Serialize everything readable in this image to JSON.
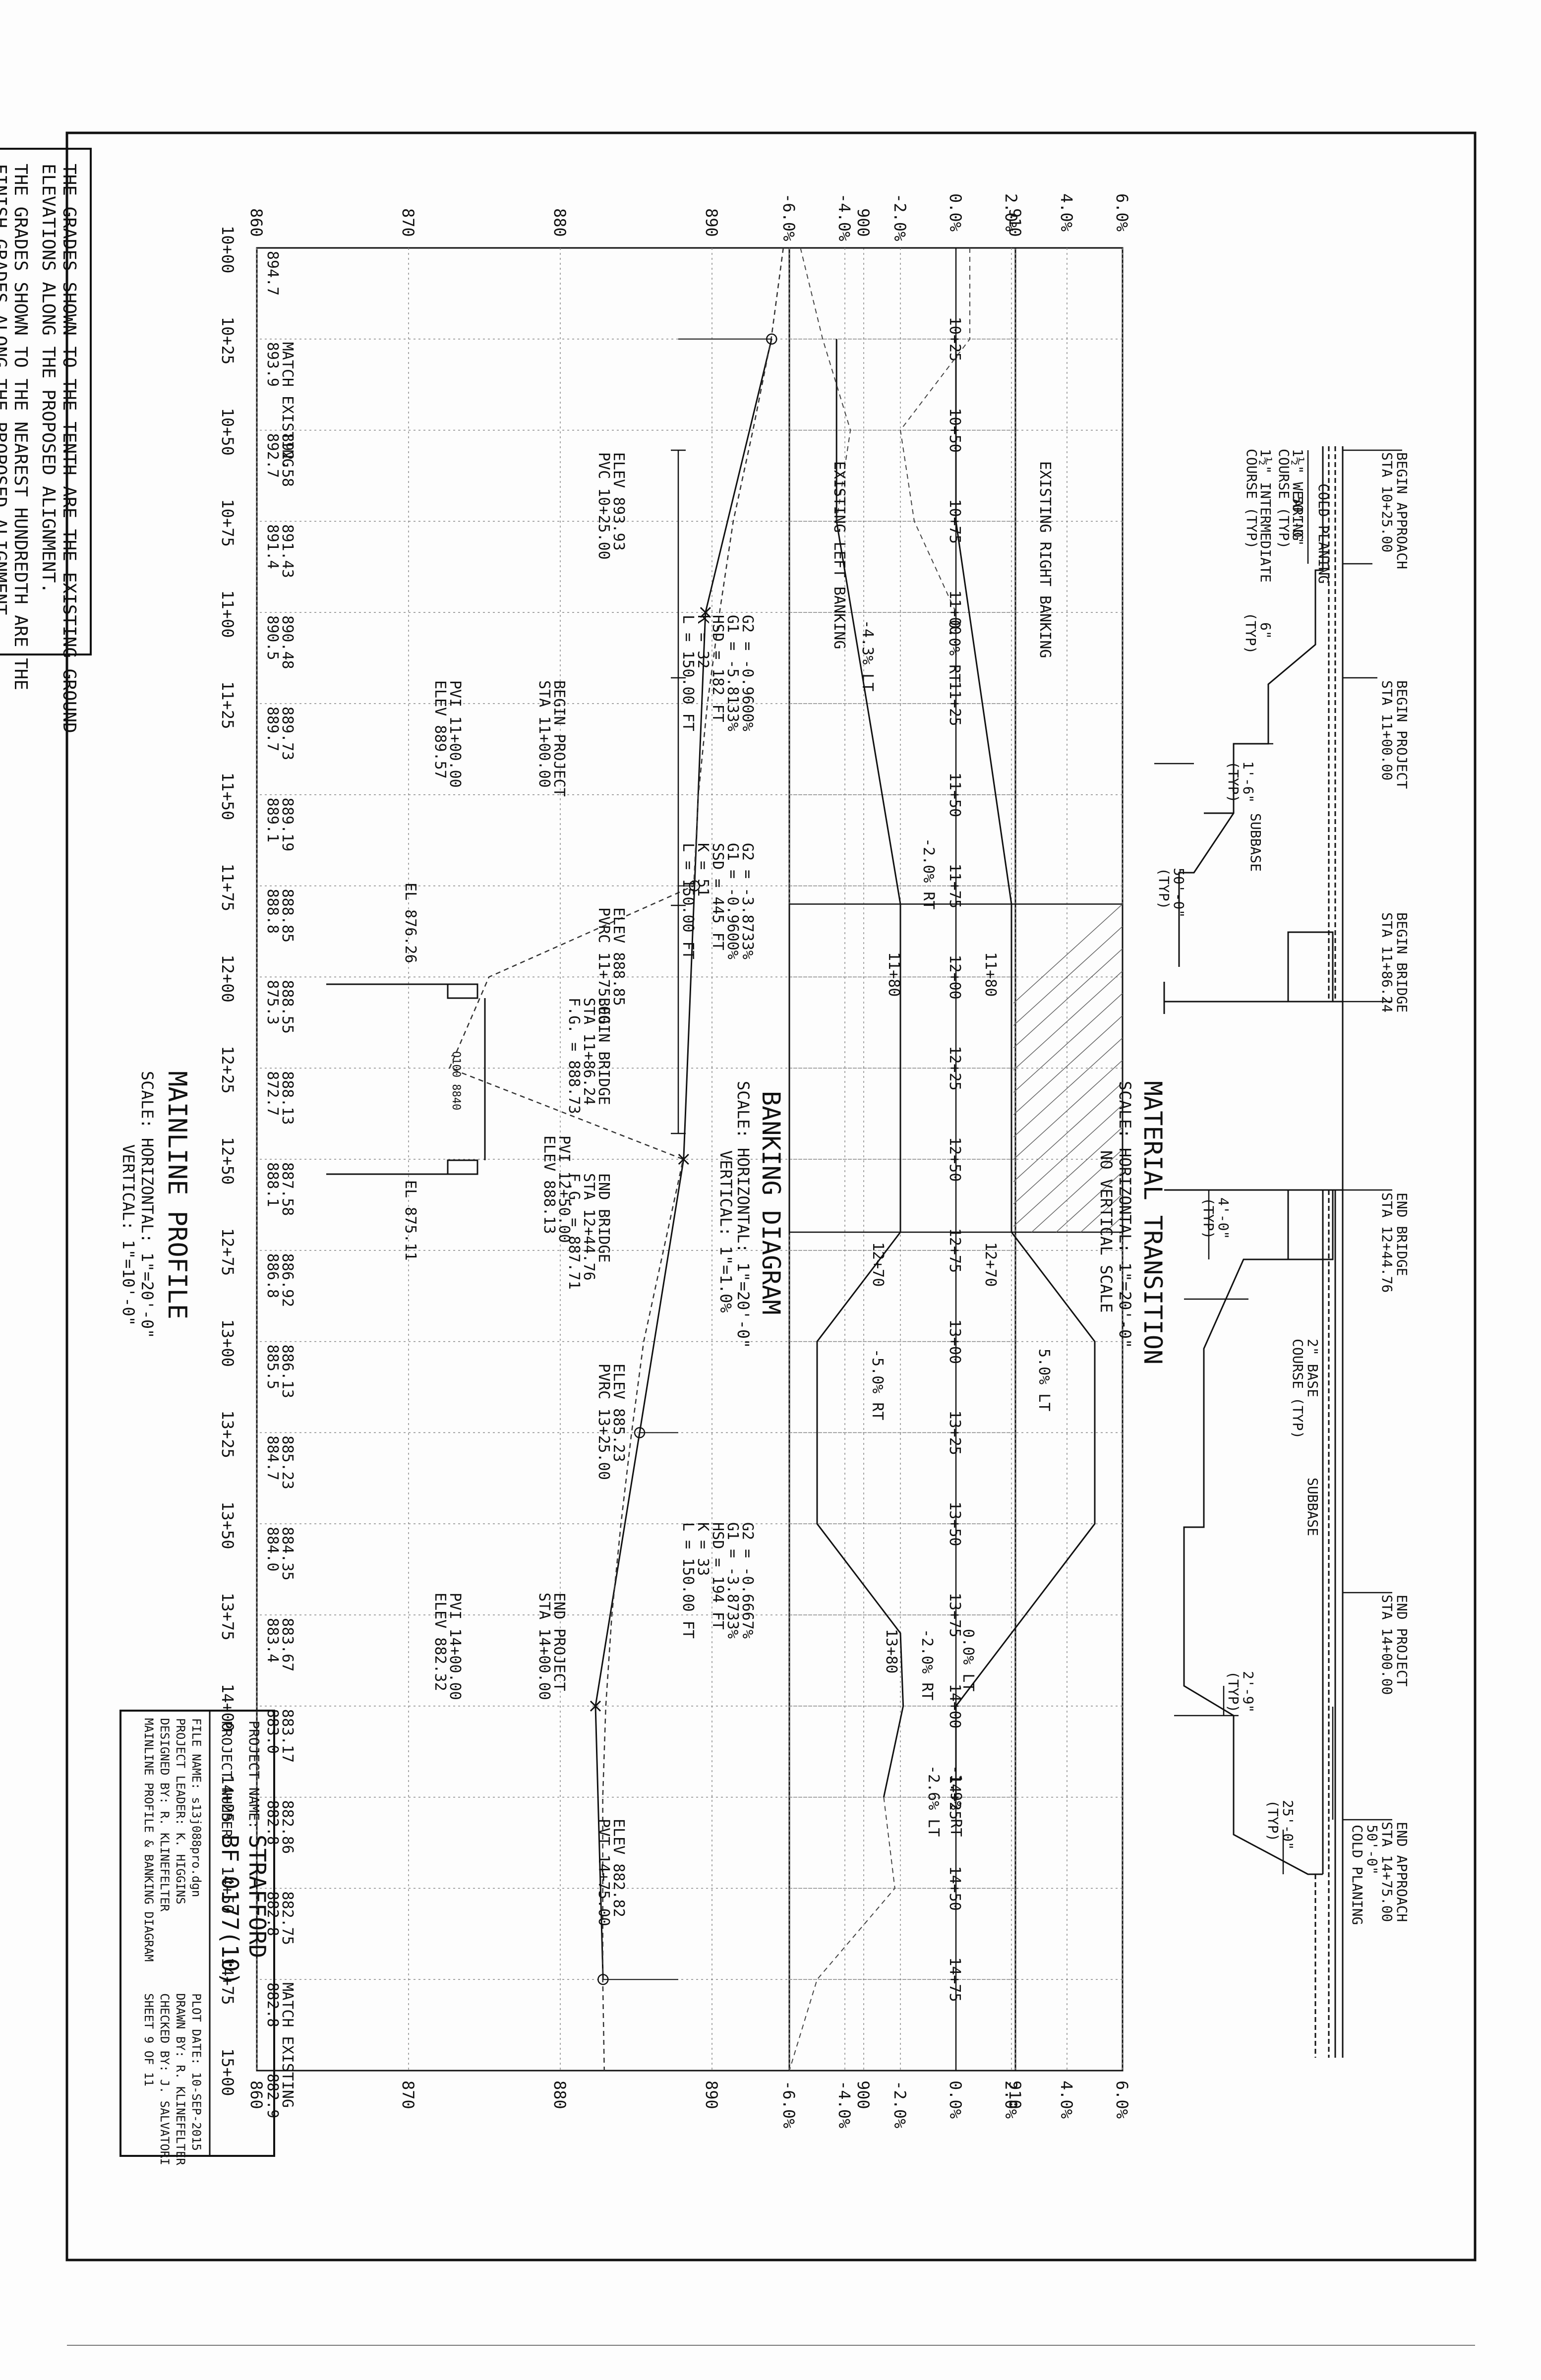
{
  "stations": [
    "10+00",
    "10+25",
    "10+50",
    "10+75",
    "11+00",
    "11+25",
    "11+50",
    "11+75",
    "12+00",
    "12+25",
    "12+50",
    "12+75",
    "13+00",
    "13+25",
    "13+50",
    "13+75",
    "14+00",
    "14+25",
    "14+50",
    "14+75",
    "15+00"
  ],
  "existing_elev": [
    "894.7",
    "893.9",
    "892.7",
    "891.4",
    "890.5",
    "889.7",
    "889.1",
    "888.8",
    "875.3",
    "872.7",
    "888.1",
    "886.8",
    "885.5",
    "884.7",
    "884.0",
    "883.4",
    "883.0",
    "882.8",
    "882.8",
    "882.8",
    "882.9"
  ],
  "proposed_elev": [
    "",
    "",
    "892.58",
    "891.43",
    "890.48",
    "889.73",
    "889.19",
    "888.85",
    "888.55",
    "888.13",
    "887.58",
    "886.92",
    "886.13",
    "885.23",
    "884.35",
    "883.67",
    "883.17",
    "882.86",
    "882.75",
    "",
    ""
  ],
  "match_existing_label": "MATCH EXISTING",
  "elev_ticks": [
    "860",
    "870",
    "880",
    "890",
    "900",
    "910"
  ],
  "bank_ticks": [
    "6.0%",
    "4.0%",
    "2.0%",
    "0.0%",
    "-2.0%",
    "-4.0%",
    "-6.0%"
  ],
  "note": {
    "line1": "THE GRADES SHOWN TO THE TENTH ARE THE EXISTING GROUND",
    "line2": "ELEVATIONS ALONG THE PROPOSED ALIGNMENT.",
    "line3": "THE GRADES SHOWN TO THE NEAREST HUNDREDTH ARE THE",
    "line4": "FINISH GRADES ALONG THE PROPOSED ALIGNMENT."
  },
  "mainline": {
    "title": "MAINLINE PROFILE",
    "scale_h": "SCALE: HORIZONTAL: 1\"=20'-0\"",
    "scale_v": "VERTICAL: 1\"=10'-0\"",
    "pvc": {
      "l1": "PVC 10+25.00",
      "l2": "ELEV 893.93"
    },
    "pvrc1": {
      "l1": "PVRC 11+75.00",
      "l2": "ELEV 888.85"
    },
    "pvrc2": {
      "l1": "PVRC 13+25.00",
      "l2": "ELEV 885.23"
    },
    "pvt": {
      "l1": "PVT 14+75.00",
      "l2": "ELEV 882.82"
    },
    "pvi1": {
      "l1": "PVI 11+00.00",
      "l2": "ELEV 889.57"
    },
    "pvi2": {
      "l1": "PVI 12+50.00",
      "l2": "ELEV 888.13"
    },
    "pvi3": {
      "l1": "PVI 14+00.00",
      "l2": "ELEV 882.32"
    },
    "curve1": {
      "l1": "L = 150.00 FT",
      "l2": "K = 32",
      "l3": "HSD = 182 FT",
      "l4": "G1 = -5.8133%",
      "l5": "G2 = -0.9600%"
    },
    "curve2": {
      "l1": "L = 150.00 FT",
      "l2": "K = 51",
      "l3": "SSD = 445 FT",
      "l4": "G1 = -0.9600%",
      "l5": "G2 = -3.8733%"
    },
    "curve3": {
      "l1": "L = 150.00 FT",
      "l2": "K = 33",
      "l3": "HSD = 194 FT",
      "l4": "G1 = -3.8733%",
      "l5": "G2 = -0.6667%"
    },
    "begin_project": {
      "l1": "BEGIN PROJECT",
      "l2": "STA 11+00.00"
    },
    "end_project": {
      "l1": "END PROJECT",
      "l2": "STA 14+00.00"
    },
    "begin_bridge": {
      "l1": "BEGIN BRIDGE",
      "l2": "STA 11+86.24",
      "l3": "F.G. = 888.73"
    },
    "end_bridge": {
      "l1": "END BRIDGE",
      "l2": "STA 12+44.76",
      "l3": "F.G. = 887.71"
    },
    "el1": "EL 876.26",
    "el2": "EL 875.11",
    "water": "Q100 8840"
  },
  "banking": {
    "title": "BANKING DIAGRAM",
    "scale_h": "SCALE: HORIZONTAL: 1\"=20'-0\"",
    "scale_v": "VERTICAL: 1\"=1.0%",
    "existing_right": "EXISTING RIGHT BANKING",
    "existing_left": "EXISTING LEFT BANKING",
    "l1": "-4.3% LT",
    "l2": "0.0% RT",
    "l3": "-2.0% RT",
    "l4": "11+80",
    "l5": "11+80",
    "l6": "12+70",
    "l7": "12+70",
    "l8": "-5.0% RT",
    "l9": "5.0% LT",
    "l10": "13+80",
    "l11": "-2.0% RT",
    "l12": "0.0% LT",
    "l13": "-1.9% RT",
    "l14": "-2.6% LT"
  },
  "material": {
    "title": "MATERIAL TRANSITION",
    "scale_h": "SCALE: HORIZONTAL: 1\"=20'-0\"",
    "scale_v": "NO VERTICAL SCALE",
    "begin_approach": {
      "l1": "BEGIN APPROACH",
      "l2": "STA 10+25.00"
    },
    "wearing": {
      "l1": "1½\" WEARING",
      "l2": "COURSE (TYP)"
    },
    "intermediate": {
      "l1": "1½\" INTERMEDIATE",
      "l2": "COURSE (TYP)"
    },
    "cold_planing_1": "COLD PLANING",
    "dim_50_a": "50'-0\"",
    "begin_project": {
      "l1": "BEGIN PROJECT",
      "l2": "STA 11+00.00"
    },
    "dim_6in": {
      "l1": "6\"",
      "l2": "(TYP)"
    },
    "dim_1_6": {
      "l1": "1'-6\"",
      "l2": "(TYP)"
    },
    "subbase_1": "SUBBASE",
    "dim_50_b": {
      "l1": "50'-0\"",
      "l2": "(TYP)"
    },
    "begin_bridge": {
      "l1": "BEGIN BRIDGE",
      "l2": "STA 11+86.24"
    },
    "dim_4": {
      "l1": "4'-0\"",
      "l2": "(TYP)"
    },
    "end_bridge": {
      "l1": "END BRIDGE",
      "l2": "STA 12+44.76"
    },
    "base": {
      "l1": "2\" BASE",
      "l2": "COURSE (TYP)"
    },
    "subbase_2": "SUBBASE",
    "end_project": {
      "l1": "END PROJECT",
      "l2": "STA 14+00.00"
    },
    "dim_2_9": {
      "l1": "2'-9\"",
      "l2": "(TYP)"
    },
    "dim_25": {
      "l1": "25'-0\"",
      "l2": "(TYP)"
    },
    "end_approach": {
      "l1": "END APPROACH",
      "l2": "STA 14+75.00"
    },
    "dim_50_c": "50'-0\"",
    "cold_planing_2": "COLD PLANING"
  },
  "title_block": {
    "project_name_label": "PROJECT NAME:",
    "project_name": "STRAFFORD",
    "project_number_label": "PROJECT NUMBER:",
    "project_number": "BF 0177(10)",
    "file_name": "FILE NAME: s13j088pro.dgn",
    "project_leader": "PROJECT LEADER: K. HIGGINS",
    "designed_by": "DESIGNED BY: R. KLINEFELTER",
    "sheet_desc": "MAINLINE PROFILE & BANKING DIAGRAM",
    "plot_date": "PLOT DATE: 10-SEP-2015",
    "drawn_by": "DRAWN BY: R. KLINEFELTER",
    "checked_by": "CHECKED BY: J. SALVATORI",
    "sheet": "SHEET 9 OF 11"
  }
}
